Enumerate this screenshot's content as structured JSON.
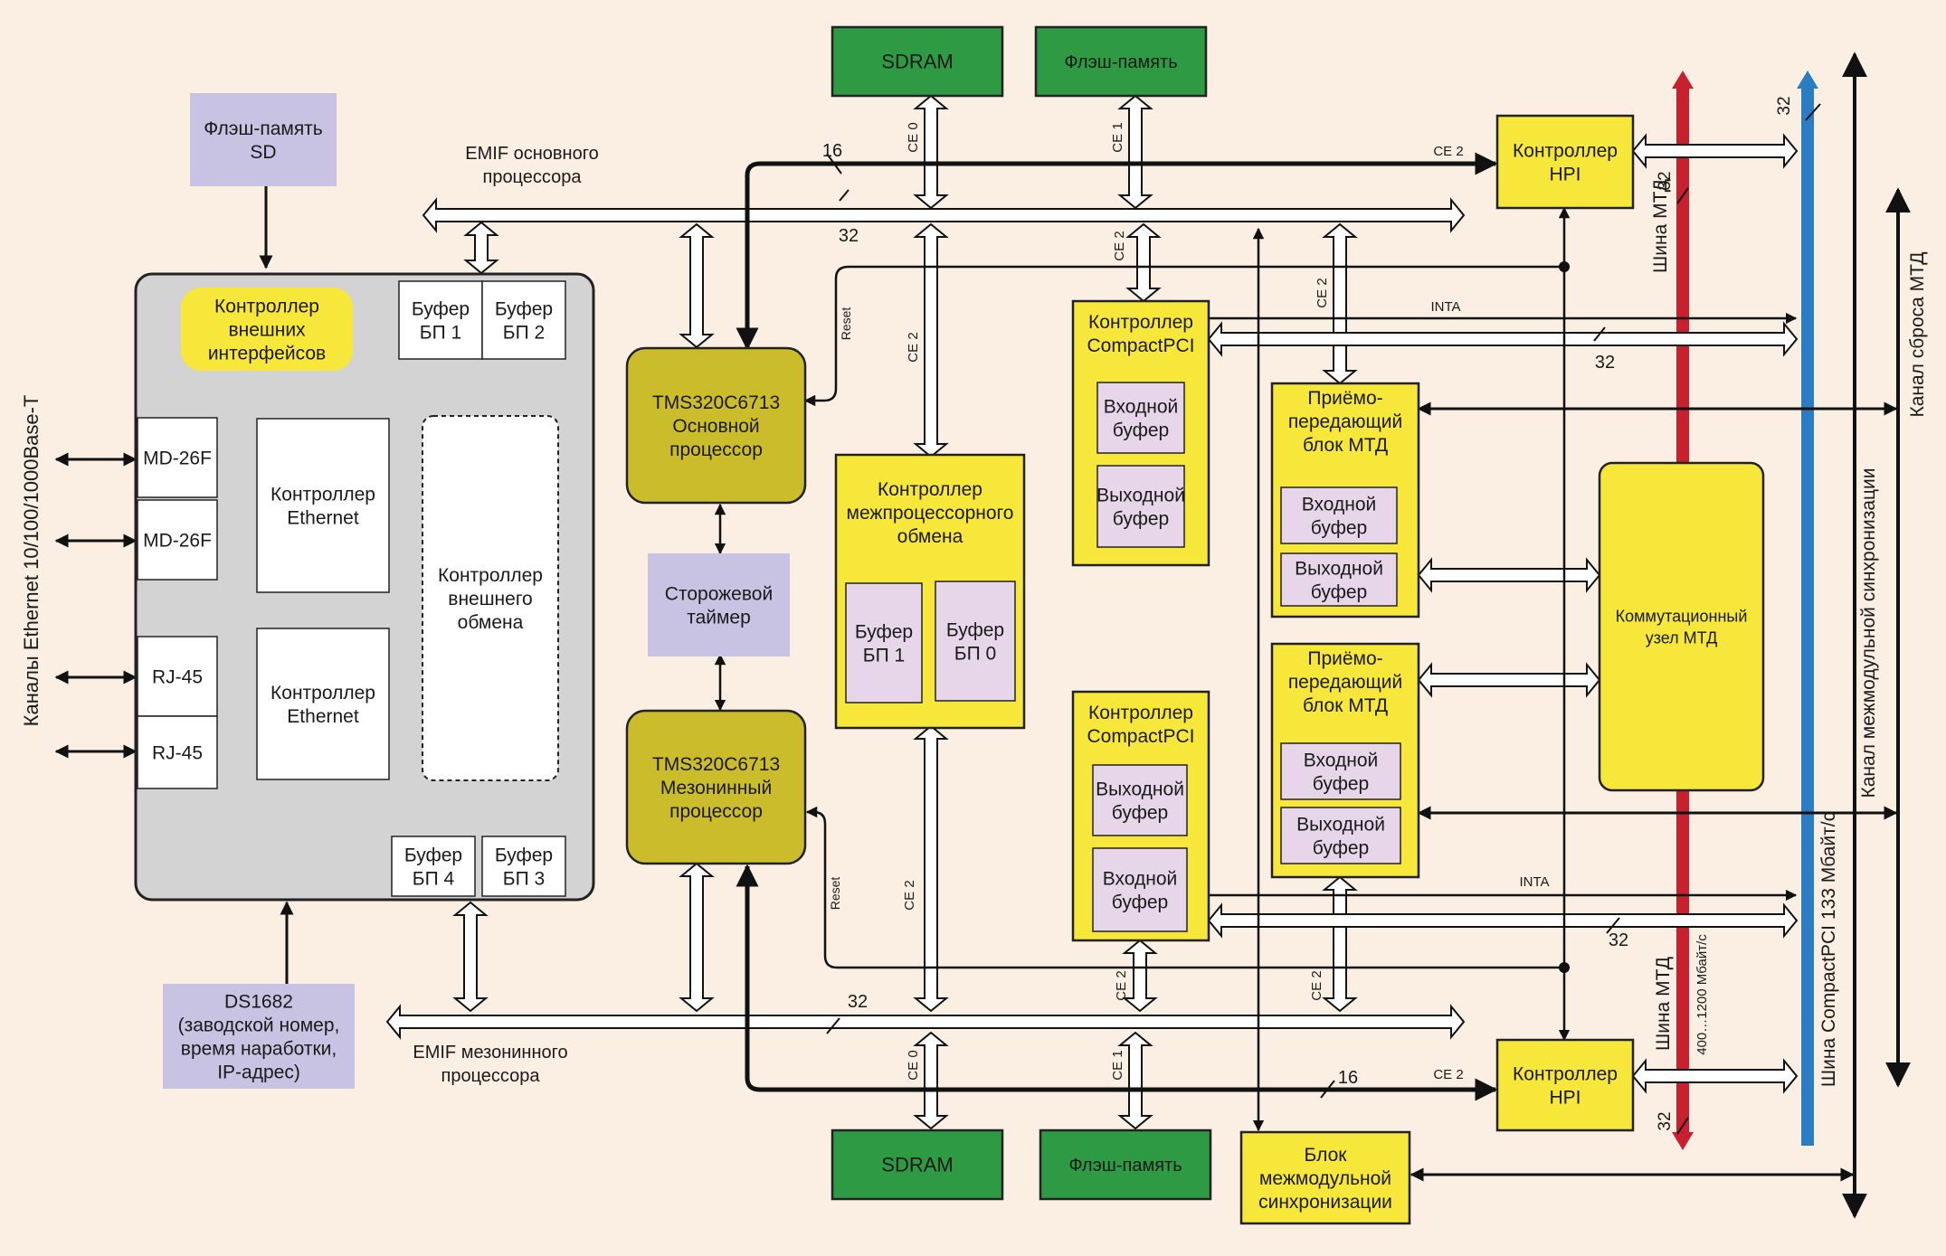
{
  "blocks": {
    "sdram_top": "SDRAM",
    "flash_top": "Флэш-память",
    "sdram_bottom": "SDRAM",
    "flash_bottom": "Флэш-память",
    "flash_sd": [
      "Флэш-память",
      "SD"
    ],
    "ext_if_ctrl": [
      "Контроллер",
      "внешних",
      "интерфейсов"
    ],
    "buf_bp1": [
      "Буфер",
      "БП 1"
    ],
    "buf_bp2": [
      "Буфер",
      "БП 2"
    ],
    "buf_bp3": [
      "Буфер",
      "БП 3"
    ],
    "buf_bp4": [
      "Буфер",
      "БП 4"
    ],
    "md26f_1": "MD-26F",
    "md26f_2": "MD-26F",
    "rj45_1": "RJ-45",
    "rj45_2": "RJ-45",
    "eth_ctrl_1": [
      "Контроллер",
      "Ethernet"
    ],
    "eth_ctrl_2": [
      "Контроллер",
      "Ethernet"
    ],
    "ext_exchange_ctrl": [
      "Контроллер",
      "внешнего",
      "обмена"
    ],
    "ds1682": [
      "DS1682",
      "(заводской номер,",
      "время наработки,",
      "IP-адрес)"
    ],
    "main_cpu": [
      "TMS320C6713",
      "Основной",
      "процессор"
    ],
    "mezz_cpu": [
      "TMS320C6713",
      "Мезонинный",
      "процессор"
    ],
    "watchdog": [
      "Сторожевой",
      "таймер"
    ],
    "interproc_ctrl": [
      "Контроллер",
      "межпроцессорного",
      "обмена"
    ],
    "interproc_buf1": [
      "Буфер",
      "БП 1"
    ],
    "interproc_buf0": [
      "Буфер",
      "БП 0"
    ],
    "cpci_ctrl_1": [
      "Контроллер",
      "CompactPCI"
    ],
    "cpci_ctrl_1_in": [
      "Входной",
      "буфер"
    ],
    "cpci_ctrl_1_out": [
      "Выходной",
      "буфер"
    ],
    "cpci_ctrl_2": [
      "Контроллер",
      "CompactPCI"
    ],
    "cpci_ctrl_2_out": [
      "Выходной",
      "буфер"
    ],
    "cpci_ctrl_2_in": [
      "Входной",
      "буфер"
    ],
    "mtd_tx_1": [
      "Приёмо-",
      "передающий",
      "блок МТД"
    ],
    "mtd_tx_1_in": [
      "Входной",
      "буфер"
    ],
    "mtd_tx_1_out": [
      "Выходной",
      "буфер"
    ],
    "mtd_tx_2": [
      "Приёмо-",
      "передающий",
      "блок МТД"
    ],
    "mtd_tx_2_in": [
      "Входной",
      "буфер"
    ],
    "mtd_tx_2_out": [
      "Выходной",
      "буфер"
    ],
    "mtd_switch": [
      "Коммутационный",
      "узел МТД"
    ],
    "hpi_top": [
      "Контроллер",
      "HPI"
    ],
    "hpi_bottom": [
      "Контроллер",
      "HPI"
    ],
    "sync_block": [
      "Блок",
      "межмодульной",
      "синхронизации"
    ]
  },
  "labels": {
    "emif_main": [
      "EMIF основного",
      "процессора"
    ],
    "emif_mezz": [
      "EMIF мезонинного",
      "процессора"
    ],
    "ethernet_channels": "Каналы Ethernet 10/100/1000Base-T",
    "bus_mtd_top": "Шина МТД",
    "bus_mtd_bottom": "Шина МТД",
    "bus_mtd_speed": "400…1200 Мбайт/с",
    "bus_cpci": "Шина CompactPCI 133 Мбайт/с",
    "sync_channel": "Канал межмодульной синхронизации",
    "reset_channel": "Канал сброса МТД",
    "reset_top": "Reset",
    "reset_bottom": "Reset",
    "inta_top": "INTA",
    "inta_bottom": "INTA",
    "ce0_top": "CE 0",
    "ce1_top": "CE 1",
    "ce2_top_a": "CE 2",
    "ce2_top_b": "CE 2",
    "ce2_hpi_top": "CE 2",
    "ce2_cpu_top": "CE 2",
    "ce2_cpu_bottom": "CE 2",
    "ce0_bottom": "CE 0",
    "ce1_bottom": "CE 1",
    "ce2_bottom_a": "CE 2",
    "ce2_bottom_b": "CE 2",
    "ce2_hpi_bottom": "CE 2",
    "w16_top": "16",
    "w32_emif_top": "32",
    "w32_cpci_top": "32",
    "w32_hpi_top_a": "32",
    "w32_hpi_top_b": "32",
    "w32_cpci_bottom": "32",
    "w32_emif_bottom": "32",
    "w16_bottom": "16",
    "w32_hpi_bottom": "32"
  },
  "colors": {
    "sdram": "#2e9a44",
    "yellow": "#f6e73a",
    "olive": "#cbbc2c",
    "lavender": "#c8c3e3",
    "pink": "#e7d6ea",
    "gray": "#d3d3d3",
    "bus_red": "#c8202e",
    "bus_blue": "#2a7cc4"
  }
}
